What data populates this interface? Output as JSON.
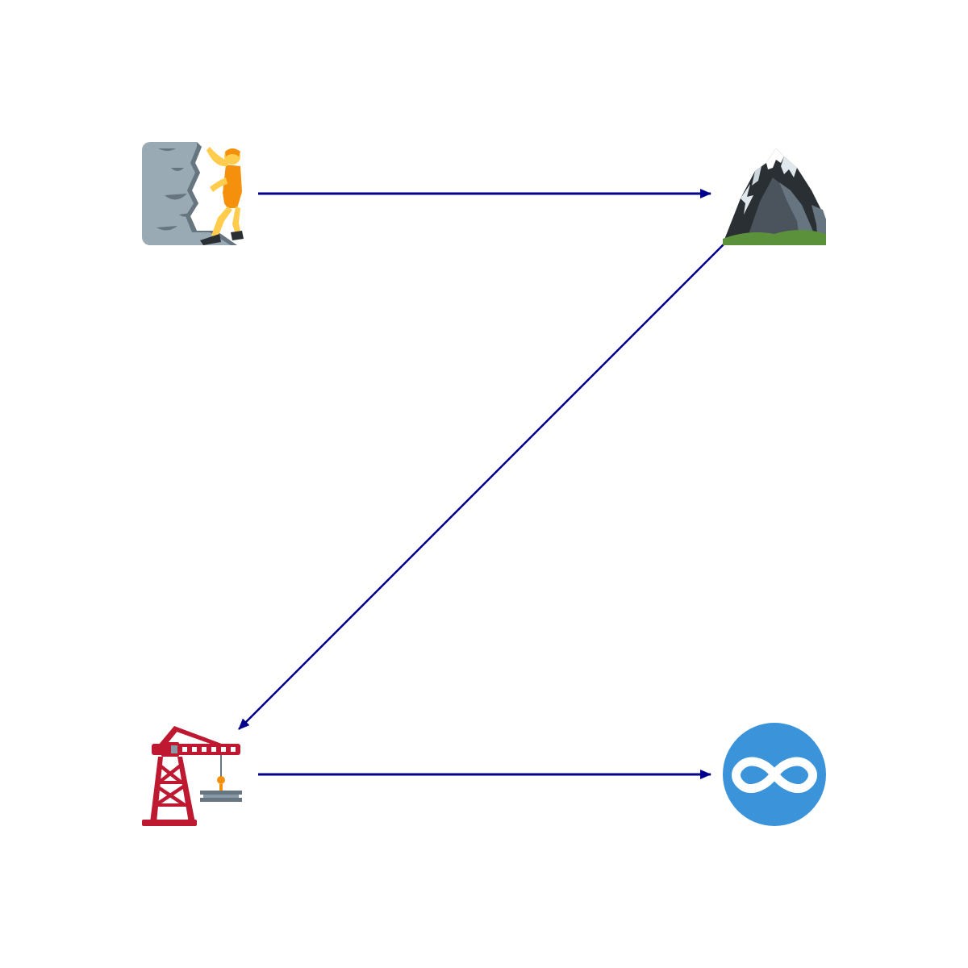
{
  "diagram": {
    "nodes": [
      {
        "id": "climber",
        "icon": "person-climbing-icon"
      },
      {
        "id": "mountain",
        "icon": "snow-capped-mountain-icon"
      },
      {
        "id": "crane",
        "icon": "construction-crane-icon"
      },
      {
        "id": "infinity",
        "icon": "infinity-icon"
      }
    ],
    "edges": [
      {
        "from": "climber",
        "to": "mountain"
      },
      {
        "from": "mountain",
        "to": "crane"
      },
      {
        "from": "crane",
        "to": "infinity"
      }
    ],
    "colors": {
      "edge": "#00008b",
      "rock": "#99aab5",
      "rock_dark": "#66757f",
      "skin": "#ffcc4d",
      "shirt": "#f4900c",
      "mountain_dark": "#292f33",
      "mountain_mid": "#4b545d",
      "snow": "#ffffff",
      "grass": "#5c913b",
      "crane": "#be1931",
      "beam": "#8899a6",
      "hook": "#f4900c",
      "infinity_bg": "#3b94d9",
      "infinity_fg": "#ffffff"
    }
  }
}
